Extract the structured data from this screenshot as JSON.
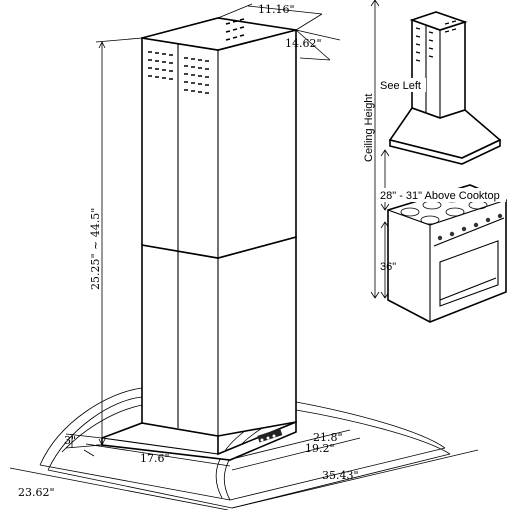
{
  "dimensions": {
    "top_width": "11.16\"",
    "top_depth": "14.62\"",
    "height_range": "25.25\" ~ 44.5\"",
    "canopy_front": "3\"",
    "base_width": "17.6\"",
    "base_depth_outer": "21.8\"",
    "base_depth_inner": "19.2\"",
    "glass_width": "35.43\"",
    "glass_depth": "23.62\""
  },
  "installation": {
    "see_left": "See Left",
    "ceiling_height": "Ceiling Height",
    "above_cooktop": "28\" - 31\" Above Cooktop",
    "counter_height": "36\""
  }
}
